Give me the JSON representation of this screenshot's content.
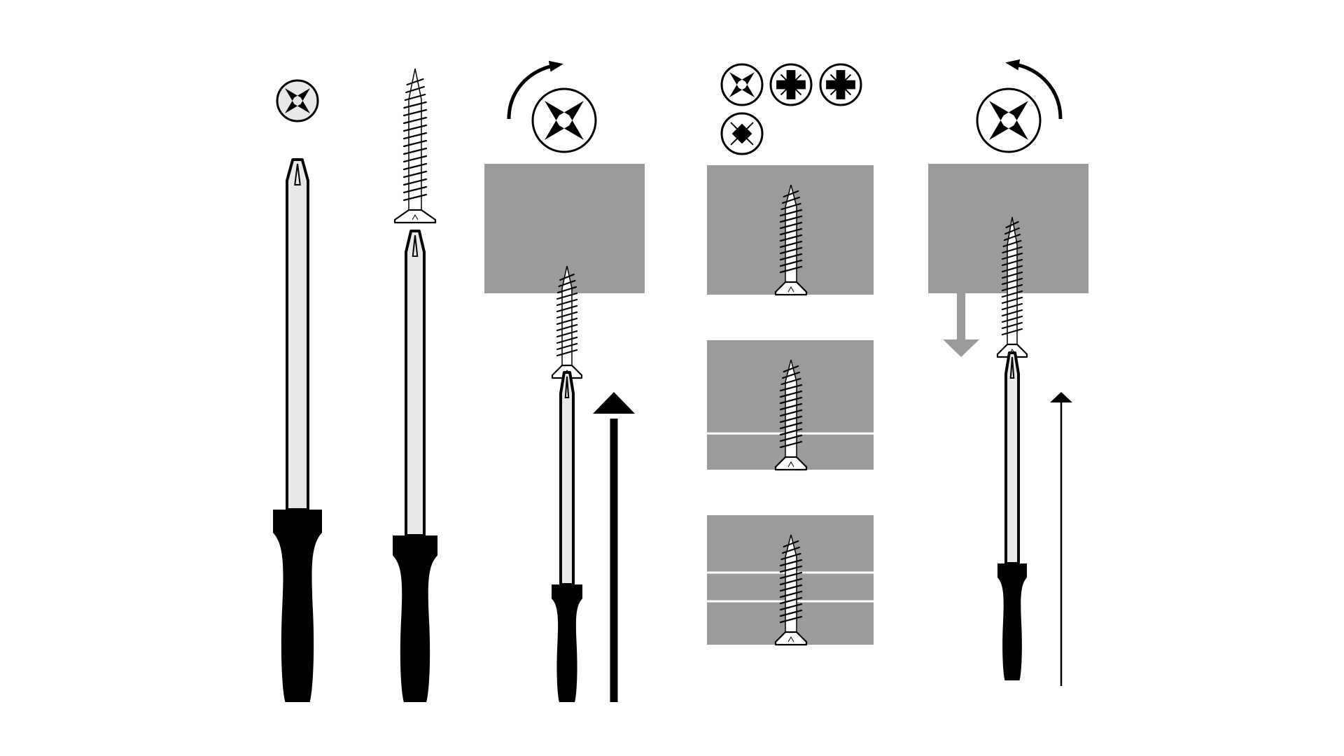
{
  "colors": {
    "wood": "#9b9b9b",
    "handle": "#000000",
    "shaft": "#e8e8e8",
    "screw": "#ffffff",
    "ink": "#000000",
    "background": "#ffffff"
  },
  "icons": {
    "recess_types": [
      "phillips-recess-icon",
      "pozidriv-recess-icon",
      "pozidriv-recess-icon",
      "square-recess-icon"
    ],
    "rotation_clockwise": "clockwise-arrow-icon",
    "rotation_counterclockwise": "counterclockwise-arrow-icon"
  },
  "steps": [
    {
      "name": "select-matching-screwdriver"
    },
    {
      "name": "seat-screw-on-bit"
    },
    {
      "name": "drive-screw-clockwise-into-wood"
    },
    {
      "name": "screw-in-one-two-three-layers",
      "layers": [
        1,
        2,
        3
      ]
    },
    {
      "name": "remove-screw-counterclockwise"
    }
  ]
}
